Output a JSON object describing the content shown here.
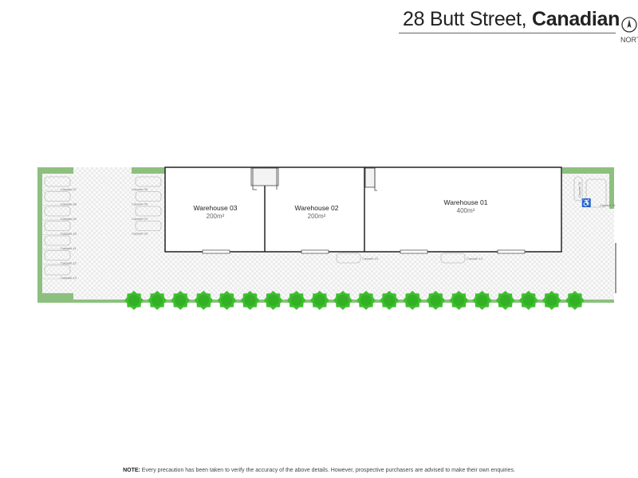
{
  "header": {
    "address": "28 Butt Street,",
    "suburb": "Canadian",
    "north_label": "NORTH",
    "north_icon": "north-arrow-icon"
  },
  "warehouses": [
    {
      "name": "Warehouse 03",
      "area": "200m²"
    },
    {
      "name": "Warehouse 02",
      "area": "200m²"
    },
    {
      "name": "Warehouse 01",
      "area": "400m²"
    }
  ],
  "carparks": {
    "left_column": [
      "Carpark 07",
      "Carpark 08",
      "Carpark 09",
      "Carpark 10",
      "Carpark 11",
      "Carpark 12",
      "Carpark 13"
    ],
    "inner_column": [
      "Carpark 06",
      "Carpark 05",
      "Carpark 04",
      "Carpark 03"
    ],
    "front": [
      "Carpark 15",
      "Carpark 14"
    ],
    "right": [
      "Carpark 01",
      "Carpark 02"
    ],
    "accessible_icon": "wheelchair-icon"
  },
  "colors": {
    "landscape": "#8dc07f",
    "trees": "#3fbf2f",
    "walls": "#222222"
  },
  "footer": {
    "note_label": "NOTE:",
    "note_text": " Every precaution has been taken to verify the accuracy of the above details. However, prospective purchasers are advised to make their own enquiries."
  }
}
